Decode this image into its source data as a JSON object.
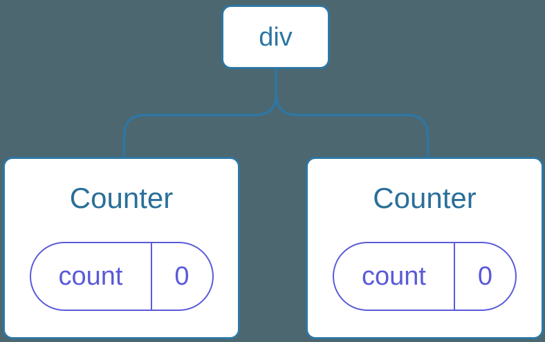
{
  "colors": {
    "background": "#4C6770",
    "line_blue": "#2E76A3",
    "title_blue": "#2A6F99",
    "pill_purple": "#5A5AD8",
    "card_bg": "#FFFFFF"
  },
  "tree": {
    "root": {
      "label": "div"
    },
    "children": [
      {
        "title": "Counter",
        "state": {
          "key": "count",
          "value": "0"
        }
      },
      {
        "title": "Counter",
        "state": {
          "key": "count",
          "value": "0"
        }
      }
    ]
  }
}
